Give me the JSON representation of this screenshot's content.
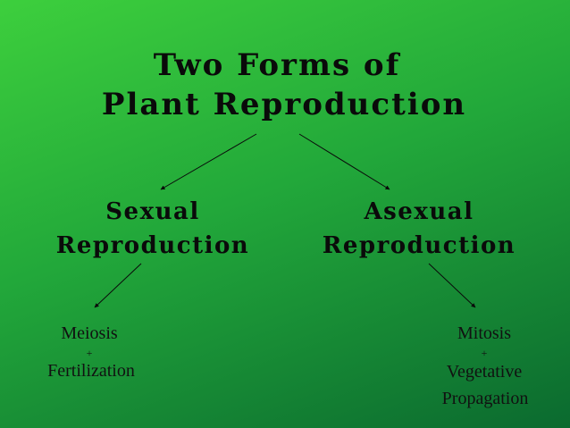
{
  "title": {
    "line1": "Two Forms of",
    "line2": "Plant Reproduction"
  },
  "sexual": {
    "line1": "Sexual",
    "line2": "Reproduction",
    "detail": {
      "item1": "Meiosis",
      "plus": "+",
      "item2": "Fertilization"
    }
  },
  "asexual": {
    "line1": "Asexual",
    "line2": "Reproduction",
    "detail": {
      "item1": "Mitosis",
      "plus": "+",
      "item2": "Vegetative",
      "item3": "Propagation"
    }
  },
  "colors": {
    "text": "#0a0a0a",
    "bg_light": "#3dcf3d",
    "bg_dark": "#0b6a2f"
  }
}
